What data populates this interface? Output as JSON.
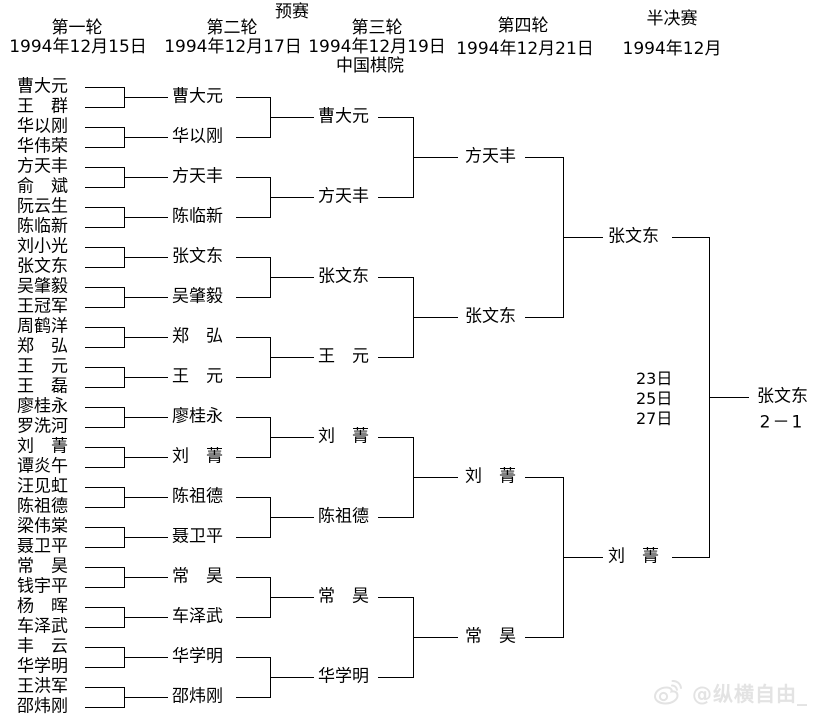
{
  "title": "预赛",
  "columns": [
    {
      "round": "第一轮",
      "date": "1994年12月15日"
    },
    {
      "round": "第二轮",
      "date": "1994年12月17日"
    },
    {
      "round": "第三轮",
      "date": "1994年12月19日",
      "venue": "中国棋院"
    },
    {
      "round": "第四轮",
      "date": "1994年12月21日"
    },
    {
      "round": "半决赛",
      "date": "1994年12月"
    }
  ],
  "r1": [
    "曹大元",
    "王　群",
    "华以刚",
    "华伟荣",
    "方天丰",
    "俞　斌",
    "阮云生",
    "陈临新",
    "刘小光",
    "张文东",
    "吴肇毅",
    "王冠军",
    "周鹤洋",
    "郑　弘",
    "王　元",
    "王　磊",
    "廖桂永",
    "罗洗河",
    "刘　菁",
    "谭炎午",
    "汪见虹",
    "陈祖德",
    "梁伟棠",
    "聂卫平",
    "常　昊",
    "钱宇平",
    "杨　晖",
    "车泽武",
    "丰　云",
    "华学明",
    "王洪军",
    "邵炜刚"
  ],
  "r2": [
    "曹大元",
    "华以刚",
    "方天丰",
    "陈临新",
    "张文东",
    "吴肇毅",
    "郑　弘",
    "王　元",
    "廖桂永",
    "刘　菁",
    "陈祖德",
    "聂卫平",
    "常　昊",
    "车泽武",
    "华学明",
    "邵炜刚"
  ],
  "r3": [
    "曹大元",
    "方天丰",
    "张文东",
    "王　元",
    "刘　菁",
    "陈祖德",
    "常　昊",
    "华学明"
  ],
  "r4": [
    "方天丰",
    "张文东",
    "刘　菁",
    "常　昊"
  ],
  "r5": [
    "张文东",
    "刘　菁"
  ],
  "final": {
    "winner": "张文东",
    "score": "2－1",
    "dates": [
      "23日",
      "25日",
      "27日"
    ]
  },
  "watermark": {
    "icon": "weibo-icon",
    "handle": "@纵横自由_"
  },
  "colors": {
    "text": "#000000",
    "line": "#000000",
    "background": "#ffffff",
    "watermark": "#e3e3e3"
  }
}
